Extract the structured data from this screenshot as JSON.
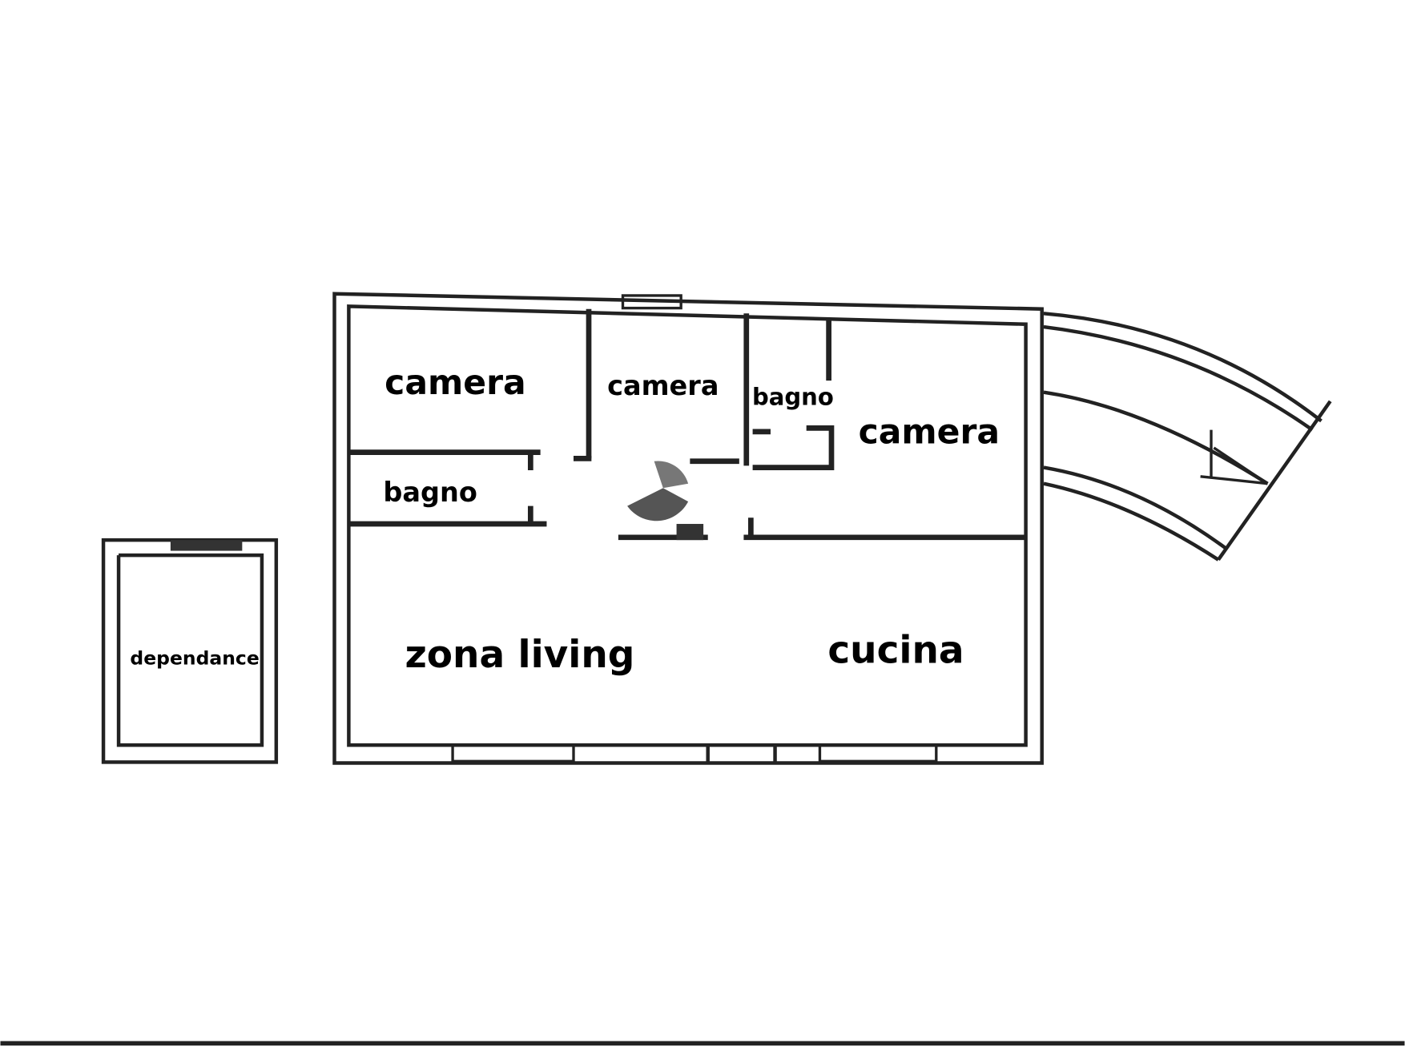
{
  "plan": {
    "rooms": {
      "camera_1": "camera",
      "camera_2": "camera",
      "bagno_1": "bagno",
      "camera_3": "camera",
      "bagno_2": "bagno",
      "zona_living": "zona living",
      "cucina": "cucina",
      "dependance": "dependance"
    }
  },
  "colors": {
    "ink": "#222222",
    "paper": "#ffffff"
  }
}
